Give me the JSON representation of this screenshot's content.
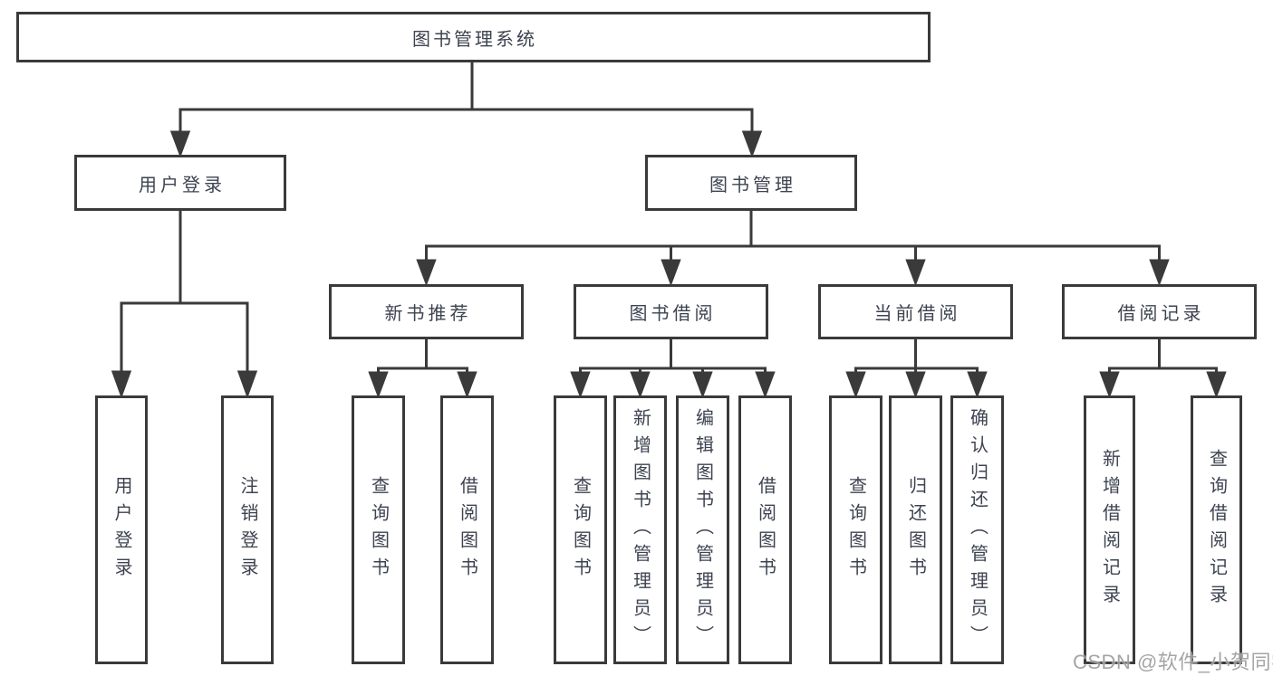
{
  "tree": {
    "root": {
      "label": "图书管理系统"
    },
    "branches": [
      {
        "label": "用户登录",
        "children": [
          {
            "label": "用户登录"
          },
          {
            "label": "注销登录"
          }
        ]
      },
      {
        "label": "图书管理",
        "children": [
          {
            "label": "新书推荐",
            "children": [
              {
                "label": "查询图书"
              },
              {
                "label": "借阅图书"
              }
            ]
          },
          {
            "label": "图书借阅",
            "children": [
              {
                "label": "查询图书"
              },
              {
                "label": "新增图书（管理员）"
              },
              {
                "label": "编辑图书（管理员）"
              },
              {
                "label": "借阅图书"
              }
            ]
          },
          {
            "label": "当前借阅",
            "children": [
              {
                "label": "查询图书"
              },
              {
                "label": "归还图书"
              },
              {
                "label": "确认归还（管理员）"
              }
            ]
          },
          {
            "label": "借阅记录",
            "children": [
              {
                "label": "新增借阅记录"
              },
              {
                "label": "查询借阅记录"
              }
            ]
          }
        ]
      }
    ]
  },
  "watermark": {
    "text": "CSDN @软件_小贺同学",
    "color": "#9c9c9c"
  },
  "colors": {
    "line": "#3a3a3a",
    "box_border": "#3a3a3a",
    "text": "#3d4350",
    "background": "#ffffff"
  }
}
